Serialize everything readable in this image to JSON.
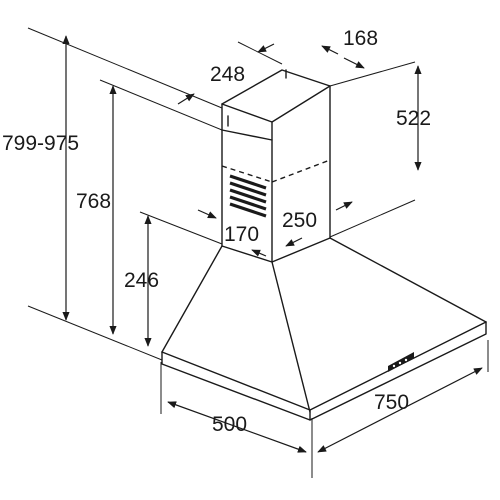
{
  "diagram": {
    "labels": {
      "total_height": "799-975",
      "hood_height": "768",
      "canopy_height": "246",
      "duct_depth": "248",
      "duct_width_top": "168",
      "duct_upper_height": "522",
      "duct_width_bottom": "250",
      "duct_depth_bottom": "170",
      "hood_depth": "500",
      "hood_width": "750"
    }
  }
}
